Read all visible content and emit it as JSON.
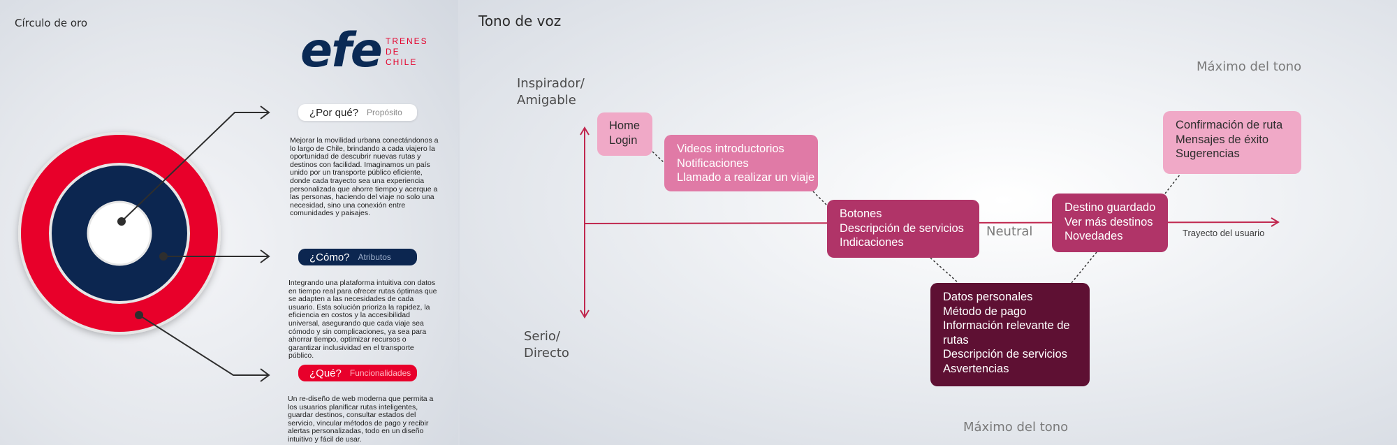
{
  "left_panel": {
    "title": "Círculo de oro",
    "logo": {
      "word": "efe",
      "tagline": [
        "TRENES",
        "DE",
        "CHILE"
      ]
    },
    "why": {
      "label": "¿Por qué?",
      "sub": "Propósito",
      "text": "Mejorar la movilidad urbana conectándonos a lo largo de Chile, brindando a cada viajero la oportunidad de descubrir nuevas rutas y destinos con facilidad. Imaginamos un país unido por un transporte público eficiente, donde cada trayecto sea una experiencia personalizada que ahorre tiempo y acerque a las personas, haciendo del viaje no solo una necesidad, sino una conexión entre comunidades y paisajes."
    },
    "how": {
      "label": "¿Cómo?",
      "sub": "Atributos",
      "text": "Integrando una plataforma intuitiva con datos en tiempo real para ofrecer rutas óptimas que se adapten a las necesidades de cada usuario. Esta solución prioriza la rapidez, la eficiencia en costos y la accesibilidad universal, asegurando que cada viaje sea cómodo y sin complicaciones, ya sea para ahorrar tiempo, optimizar recursos o garantizar inclusividad en el transporte público."
    },
    "what": {
      "label": "¿Qué?",
      "sub": "Funcionalidades",
      "text": "Un re-diseño de web moderna que permita a los usuarios planificar rutas inteligentes, guardar destinos, consultar estados del servicio, vincular métodos de pago y recibir alertas personalizadas, todo en un diseño intuitivo y fácil de usar."
    },
    "colors": {
      "red": "#e8002b",
      "navy": "#0c2650",
      "white": "#ffffff"
    }
  },
  "right_panel": {
    "title": "Tono de voz",
    "axis_top": [
      "Inspirador/",
      "Amigable"
    ],
    "axis_bottom": [
      "Serio/",
      "Directo"
    ],
    "max_top": "Máximo del tono",
    "max_bottom": "Máximo del tono",
    "neutral": "Neutral",
    "journey": "Trayecto del usuario",
    "boxes": {
      "home": [
        "Home",
        "Login"
      ],
      "videos": [
        "Videos introductorios",
        "Notificaciones",
        "Llamado a realizar un viaje"
      ],
      "botones": [
        "Botones",
        "Descripción de servicios",
        "Indicaciones"
      ],
      "destino": [
        "Destino guardado",
        "Ver más destinos",
        "Novedades"
      ],
      "datos": [
        "Datos personales",
        "Método de pago",
        "Información relevante de",
        "rutas",
        "Descripción de servicios",
        "Asvertencias"
      ],
      "confirm": [
        "Confirmación de ruta",
        "Mensajes de éxito",
        "Sugerencias"
      ]
    },
    "colors": {
      "axis": "#c0284f",
      "light_pink": "#f0a9c7",
      "pink": "#e07aa6",
      "magenta": "#b03468",
      "dark": "#5e1033"
    }
  }
}
